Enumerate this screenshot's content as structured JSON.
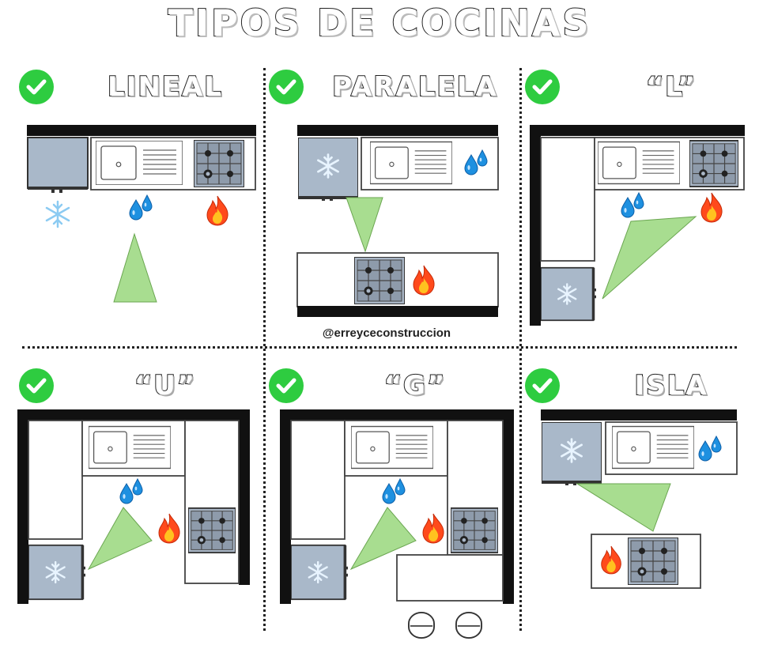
{
  "title": "TIPOS DE COCINAS",
  "credit": "@erreyceconstruccion",
  "colors": {
    "check": "#2ecc40",
    "triangle": "#a8dd90",
    "fridge": "#a9b8c9",
    "water": "#1e90e0",
    "fire": "#ff4a1c",
    "wall": "#111111"
  },
  "panels": [
    {
      "label": "LINEAL"
    },
    {
      "label": "PARALELA"
    },
    {
      "label": "“L”"
    },
    {
      "label": "“U”"
    },
    {
      "label": "“G”"
    },
    {
      "label": "ISLA"
    }
  ]
}
